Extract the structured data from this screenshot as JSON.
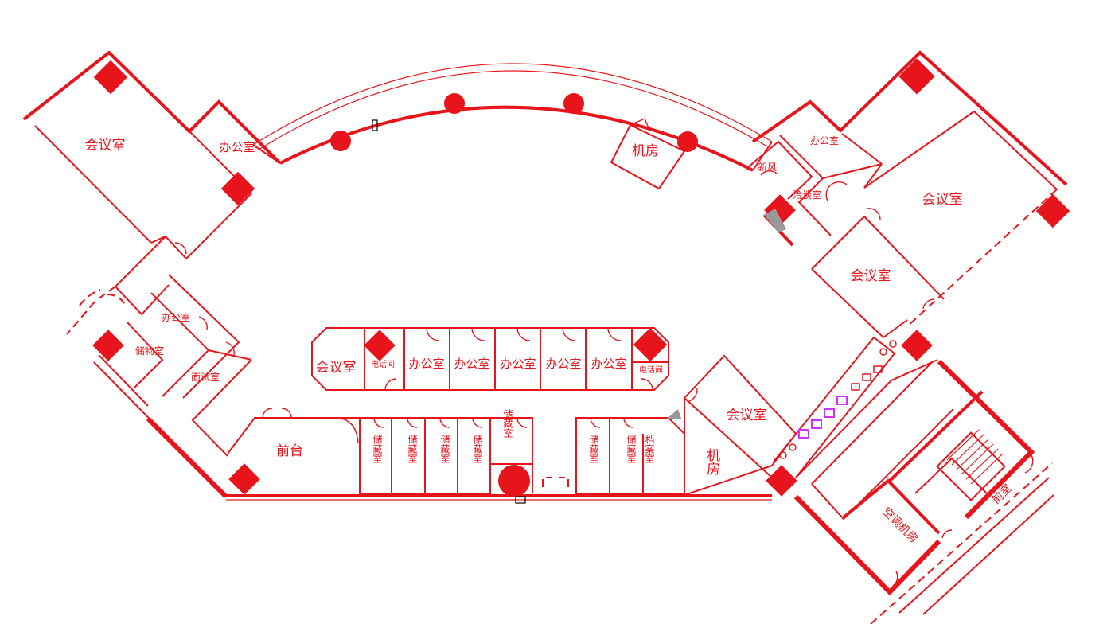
{
  "floorplan": {
    "rooms": [
      {
        "id": "r1",
        "label": "会议室"
      },
      {
        "id": "r2",
        "label": "办公室"
      },
      {
        "id": "r3",
        "label": "机房"
      },
      {
        "id": "r4",
        "label": "办公室"
      },
      {
        "id": "r5",
        "label": "新风"
      },
      {
        "id": "r6",
        "label": "洽谈室"
      },
      {
        "id": "r7",
        "label": "会议室"
      },
      {
        "id": "r8",
        "label": "会议室"
      },
      {
        "id": "r9",
        "label": "办公室"
      },
      {
        "id": "r10",
        "label": "储物室"
      },
      {
        "id": "r11",
        "label": "面试室"
      },
      {
        "id": "r12",
        "label": "会议室"
      },
      {
        "id": "r13",
        "label": "电话间"
      },
      {
        "id": "r14",
        "label": "办公室"
      },
      {
        "id": "r15",
        "label": "办公室"
      },
      {
        "id": "r16",
        "label": "办公室"
      },
      {
        "id": "r17",
        "label": "办公室"
      },
      {
        "id": "r18",
        "label": "办公室"
      },
      {
        "id": "r19",
        "label": "电话间"
      },
      {
        "id": "r20",
        "label": "前台"
      },
      {
        "id": "r21",
        "label": "储藏室"
      },
      {
        "id": "r22",
        "label": "储藏室"
      },
      {
        "id": "r23",
        "label": "储藏室"
      },
      {
        "id": "r24",
        "label": "储藏室"
      },
      {
        "id": "r25",
        "label": "储藏室"
      },
      {
        "id": "r26",
        "label": "储藏室"
      },
      {
        "id": "r27",
        "label": "储藏室"
      },
      {
        "id": "r28",
        "label": "档案室"
      },
      {
        "id": "r29",
        "label": "机房"
      },
      {
        "id": "r30",
        "label": "会议室"
      },
      {
        "id": "r31",
        "label": "空调机房"
      },
      {
        "id": "r32",
        "label": "前室"
      }
    ],
    "colors": {
      "line": "#e8141b",
      "accent": "#cc33ff",
      "fixture": "#999999"
    }
  }
}
